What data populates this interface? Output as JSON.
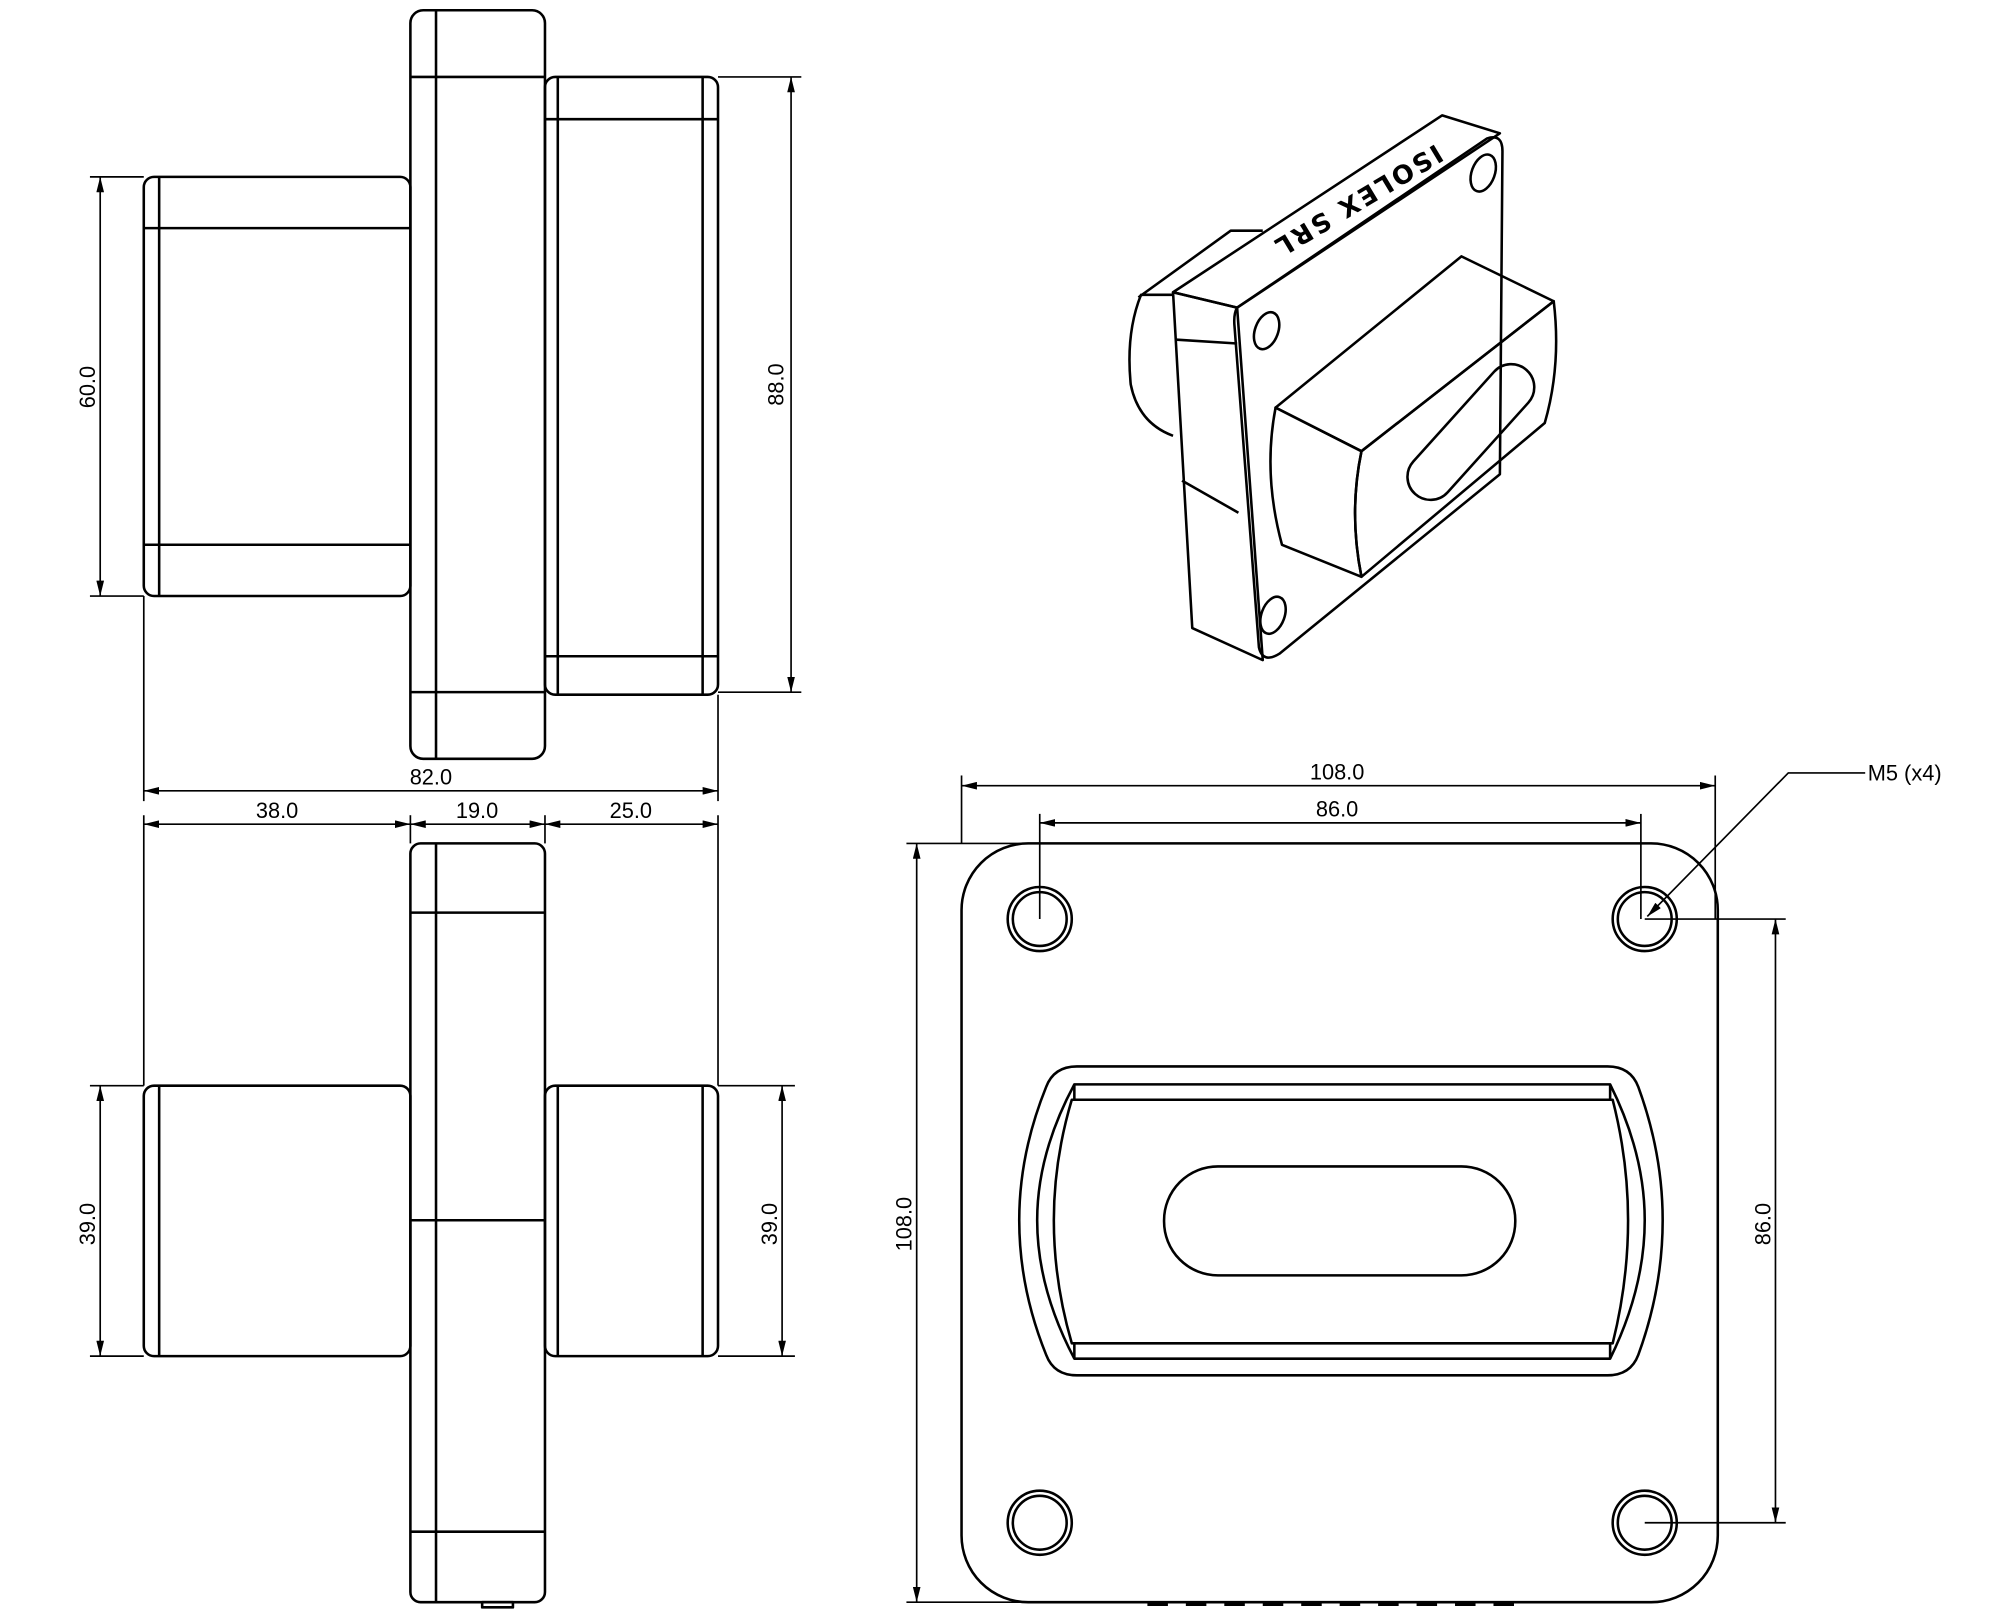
{
  "colors": {
    "line": "#000000",
    "background": "#ffffff"
  },
  "side_view_top": {
    "dim_left_height": "60.0",
    "dim_right_height": "88.0",
    "dim_total_length": "82.0"
  },
  "side_view_bottom": {
    "dim_left_length": "38.0",
    "dim_flange_thickness": "19.0",
    "dim_right_length": "25.0",
    "dim_left_height": "39.0",
    "dim_right_height": "39.0"
  },
  "front_view": {
    "dim_width": "108.0",
    "dim_hole_spacing_x": "86.0",
    "dim_height": "108.0",
    "dim_hole_spacing_y": "86.0",
    "hole_callout": "M5 (x4)"
  },
  "iso_view": {
    "engraving": "ISOLEX SRL"
  }
}
